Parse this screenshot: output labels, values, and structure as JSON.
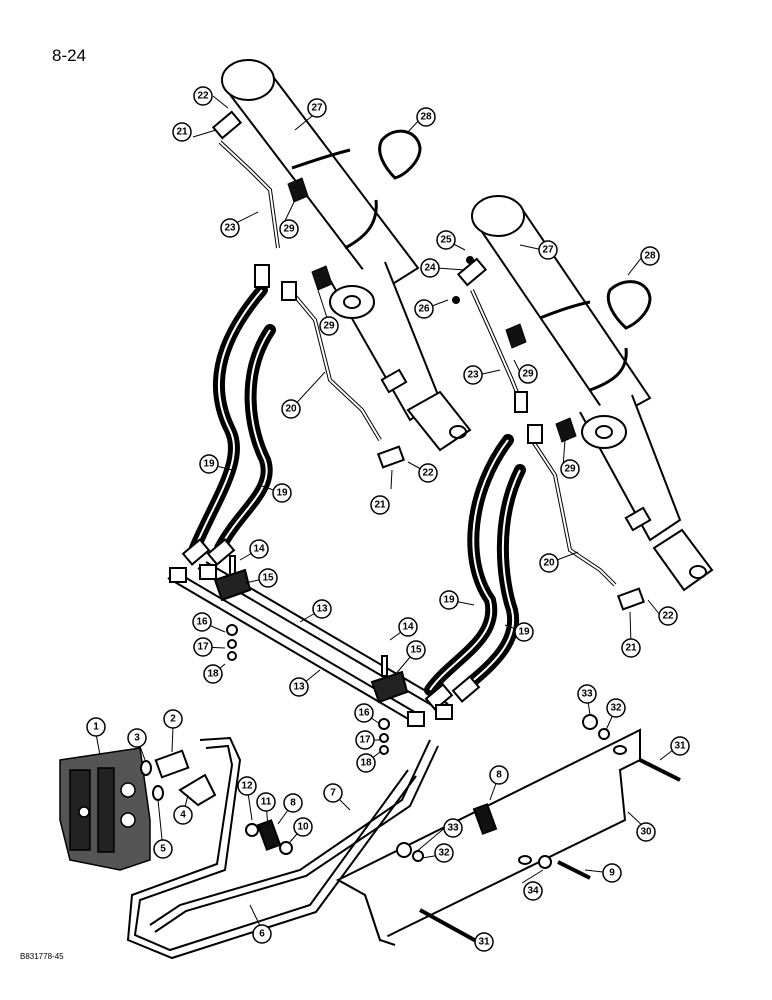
{
  "page_number": "8-24",
  "figure_code": "B831778-45",
  "callouts": {
    "c1": "1",
    "c2": "2",
    "c3": "3",
    "c4": "4",
    "c5": "5",
    "c6": "6",
    "c7": "7",
    "c8a": "8",
    "c8b": "8",
    "c9": "9",
    "c10": "10",
    "c11": "11",
    "c12": "12",
    "c13a": "13",
    "c13b": "13",
    "c14a": "14",
    "c14b": "14",
    "c15a": "15",
    "c15b": "15",
    "c16a": "16",
    "c16b": "16",
    "c17a": "17",
    "c17b": "17",
    "c18a": "18",
    "c18b": "18",
    "c19a": "19",
    "c19b": "19",
    "c19c": "19",
    "c19d": "19",
    "c20a": "20",
    "c20b": "20",
    "c21a": "21",
    "c21b": "21",
    "c21c": "21",
    "c22a": "22",
    "c22b": "22",
    "c22c": "22",
    "c23a": "23",
    "c23b": "23",
    "c24": "24",
    "c25": "25",
    "c26": "26",
    "c27a": "27",
    "c27b": "27",
    "c28a": "28",
    "c28b": "28",
    "c29a": "29",
    "c29b": "29",
    "c29c": "29",
    "c29d": "29",
    "c30": "30",
    "c31a": "31",
    "c31b": "31",
    "c32a": "32",
    "c32b": "32",
    "c33a": "33",
    "c33b": "33",
    "c34": "34"
  }
}
